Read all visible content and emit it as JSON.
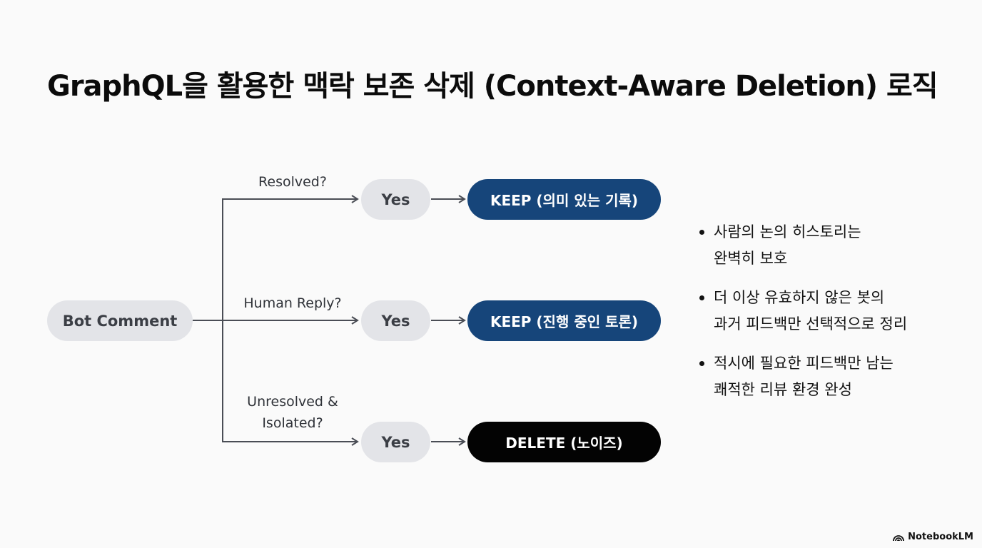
{
  "title": "GraphQL을 활용한 맥락 보존 삭제 (Context-Aware Deletion) 로직",
  "flow": {
    "start": "Bot Comment",
    "branches": [
      {
        "condition": [
          "Resolved?"
        ],
        "answer": "Yes",
        "result": "KEEP (의미 있는 기록)",
        "result_color": "#16457a"
      },
      {
        "condition": [
          "Human Reply?"
        ],
        "answer": "Yes",
        "result": "KEEP (진행 중인 토론)",
        "result_color": "#16457a"
      },
      {
        "condition": [
          "Unresolved &",
          "Isolated?"
        ],
        "answer": "Yes",
        "result": "DELETE (노이즈)",
        "result_color": "#030303"
      }
    ]
  },
  "bullets": [
    [
      "사람의 논의 히스토리는",
      "완벽히 보호"
    ],
    [
      "더 이상 유효하지 않은 봇의",
      "과거 피드백만 선택적으로 정리"
    ],
    [
      "적시에 필요한 피드백만 남는",
      "쾌적한 리뷰 환경 완성"
    ]
  ],
  "brand": {
    "label": "NotebookLM",
    "icon": "notebooklm-logo-icon"
  },
  "colors": {
    "connector": "#4a4d55",
    "neutral_pill": "#e3e4e8",
    "keep": "#16457a",
    "delete": "#030303"
  }
}
